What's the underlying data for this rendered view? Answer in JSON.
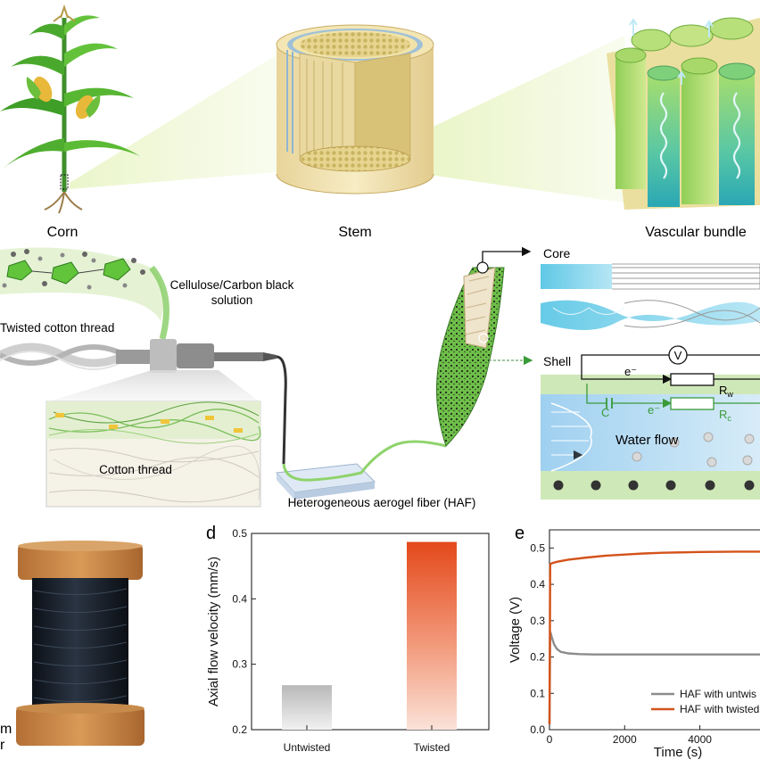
{
  "labels": {
    "corn": "Corn",
    "stem": "Stem",
    "vascular_bundle": "Vascular bundle",
    "cellulose_solution_line1": "Cellulose/Carbon black",
    "cellulose_solution_line2": "solution",
    "twisted_cotton_thread": "Twisted cotton thread",
    "cotton_thread": "Cotton thread",
    "haf": "Heterogeneous aerogel fiber (HAF)",
    "core": "Core",
    "shell": "Shell",
    "water_flow": "Water flow",
    "voltmeter": "V",
    "electron1": "e⁻",
    "electron2": "e⁻",
    "resistor_w": "R",
    "resistor_w_sub": "w",
    "resistor_c": "R",
    "resistor_c_sub": "c",
    "capacitor": "C",
    "spool_fragment_1": "m",
    "spool_fragment_2": "r"
  },
  "panel_labels": {
    "d": "d",
    "e": "e"
  },
  "colors": {
    "green": "#6db33f",
    "dark_green": "#2f8a2a",
    "water_blue": "#8fc9ea",
    "orange": "#d4531b",
    "gray": "#8c8c8c",
    "spool_wood": "#c98a4a",
    "thread_black": "#141a22"
  },
  "chart_data": [
    {
      "type": "bar",
      "panel": "d",
      "categories": [
        "Untwisted",
        "Twisted"
      ],
      "values": [
        0.268,
        0.487
      ],
      "ylabel": "Axial flow velocity (mm/s)",
      "xlabel": "",
      "ylim": [
        0.2,
        0.5
      ],
      "yticks": [
        "0.2",
        "0.3",
        "0.4",
        "0.5"
      ],
      "bar_fill": [
        "gray gradient",
        "orange-red gradient"
      ]
    },
    {
      "type": "line",
      "panel": "e",
      "xlabel": "Time (s)",
      "ylabel": "Voltage (V)",
      "xlim": [
        0,
        5600
      ],
      "ylim": [
        0,
        0.55
      ],
      "xticks": [
        "0",
        "2000",
        "4000"
      ],
      "yticks": [
        "0.0",
        "0.1",
        "0.2",
        "0.3",
        "0.4",
        "0.5"
      ],
      "legend_position": "bottom-right",
      "series": [
        {
          "name": "HAF with untwis",
          "color": "#8c8c8c",
          "x": [
            0,
            20,
            60,
            120,
            200,
            300,
            500,
            800,
            1200,
            2000,
            3000,
            4000,
            5000,
            5600
          ],
          "y": [
            0.015,
            0.27,
            0.255,
            0.235,
            0.222,
            0.214,
            0.21,
            0.208,
            0.207,
            0.207,
            0.207,
            0.207,
            0.207,
            0.207
          ]
        },
        {
          "name": "HAF with twisted",
          "color": "#d4531b",
          "x": [
            0,
            20,
            60,
            200,
            500,
            1000,
            1500,
            2000,
            2500,
            3000,
            4000,
            5000,
            5600
          ],
          "y": [
            0.015,
            0.455,
            0.458,
            0.462,
            0.468,
            0.474,
            0.479,
            0.482,
            0.485,
            0.487,
            0.489,
            0.49,
            0.49
          ]
        }
      ]
    }
  ]
}
